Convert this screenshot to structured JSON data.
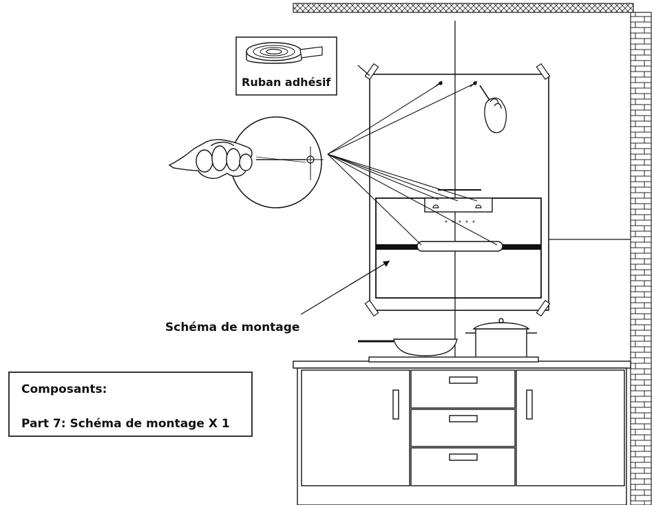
{
  "labels": {
    "tape": "Ruban adhésif",
    "diagram": "Schéma de montage"
  },
  "components": {
    "title": "Composants:",
    "part": "Part 7:  Schéma de montage X 1"
  },
  "colors": {
    "ink": "#111111",
    "paper": "#ffffff",
    "stripe": "#111111"
  },
  "icons": {
    "tape_roll": "adhesive-tape-roll-icon",
    "hand_screwdriver": "hand-with-screwdriver-icon",
    "hand_pencil": "hand-with-pencil-icon"
  }
}
